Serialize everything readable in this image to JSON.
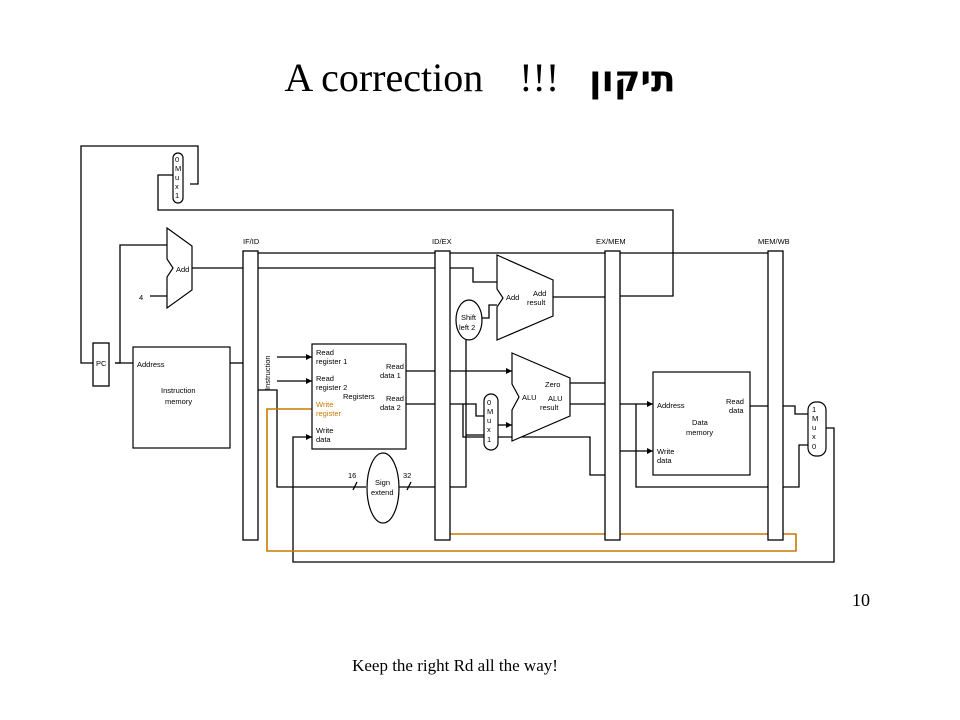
{
  "slide": {
    "title_main": "A correction",
    "title_bang": "!!!",
    "title_hebrew": "תיקון",
    "page_number": "10",
    "footnote": "Keep the right Rd all the way!"
  },
  "colors": {
    "wire": "#000000",
    "highlight": "#c87a00",
    "background": "#ffffff"
  },
  "diagram": {
    "pipeline_registers": [
      "IF/ID",
      "ID/EX",
      "EX/MEM",
      "MEM/WB"
    ],
    "pc_label": "PC",
    "const_four": "4",
    "pc_adder_label": "Add",
    "mux_pc": [
      "0",
      "M",
      "u",
      "x",
      "1"
    ],
    "instruction_memory": {
      "address": "Address",
      "name_1": "Instruction",
      "name_2": "memory"
    },
    "instruction_bus_label": "Instruction",
    "registers": {
      "read_register_1": [
        "Read",
        "register 1"
      ],
      "read_register_2": [
        "Read",
        "register 2"
      ],
      "write_register": [
        "Write",
        "register"
      ],
      "write_data": [
        "Write",
        "data"
      ],
      "read_data_1": [
        "Read",
        "data 1"
      ],
      "read_data_2": [
        "Read",
        "data 2"
      ],
      "name": "Registers"
    },
    "sign_extend": {
      "label_1": "Sign",
      "label_2": "extend",
      "in_bits": "16",
      "out_bits": "32"
    },
    "shift_left": {
      "label_1": "Shift",
      "label_2": "left 2"
    },
    "branch_adder": {
      "add": "Add",
      "result_1": "Add",
      "result_2": "result"
    },
    "mux_alu": [
      "0",
      "M",
      "u",
      "x",
      "1"
    ],
    "alu": {
      "name": "ALU",
      "zero": "Zero",
      "result_1": "ALU",
      "result_2": "result"
    },
    "data_memory": {
      "address": "Address",
      "read_1": "Read",
      "read_2": "data",
      "name_1": "Data",
      "name_2": "memory",
      "write_1": "Write",
      "write_2": "data"
    },
    "mux_wb": [
      "1",
      "M",
      "u",
      "x",
      "0"
    ]
  }
}
